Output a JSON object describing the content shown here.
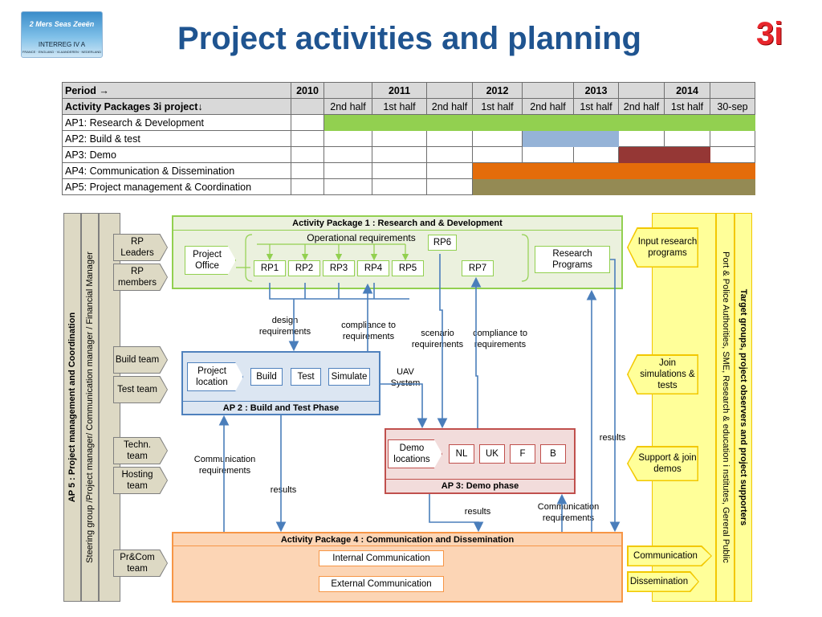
{
  "title": "Project activities and planning",
  "brand_logo": "3i",
  "logo": {
    "line1": "2 Mers Seas Zeeën",
    "line2": "INTERREG IV A",
    "line3": "FRANCE · ENGLAND · VLAANDEREN · NEDERLAND"
  },
  "gantt": {
    "period_label": "Period →",
    "packages_label": "Activity Packages 3i project↓",
    "years": [
      "2010",
      "2011",
      "2012",
      "2013",
      "2014"
    ],
    "subperiods": [
      "2nd half",
      "1st half",
      "2nd half",
      "1st half",
      "2nd half",
      "1st half",
      "2nd half",
      "1st half",
      "30-sep"
    ],
    "rows": [
      {
        "name": "AP1: Research & Development",
        "start": 1,
        "end": 9,
        "color": "#92d050"
      },
      {
        "name": "AP2: Build & test",
        "start": 5,
        "end": 6,
        "color": "#95b3d7"
      },
      {
        "name": "AP3: Demo",
        "start": 7,
        "end": 8,
        "color": "#953735"
      },
      {
        "name": "AP4: Communication & Dissemination",
        "start": 4,
        "end": 9,
        "color": "#e46c0a"
      },
      {
        "name": "AP5: Project management & Coordination",
        "start": 4,
        "end": 9,
        "color": "#948a54"
      }
    ]
  },
  "left": {
    "ap5_label": "AP 5 : Project management and Coordination",
    "steering_label": "Steering group /Project manager/ Communication manager / Financial Manager",
    "teams": [
      "RP Leaders",
      "RP members",
      "Build team",
      "Test team",
      "Techn. team",
      "Hosting team",
      "Pr&Com team"
    ]
  },
  "right": {
    "target_label": "Target groups, project observers and project supporters",
    "public_label": "Port & Police Authorities, SME, Research & education i nstitutes, Gereral Public",
    "boxes": [
      "Input research programs",
      "Join simulations & tests",
      "Support & join demos",
      "Communication",
      "Dissemination"
    ]
  },
  "ap1": {
    "title": "Activity Package 1 : Research and & Development",
    "operational": "Operational requirements",
    "project_office": "Project Office",
    "rps": [
      "RP1",
      "RP2",
      "RP3",
      "RP4",
      "RP5"
    ],
    "rp6": "RP6",
    "rp7": "RP7",
    "research_programs": "Research Programs"
  },
  "ap2": {
    "title": "AP 2 : Build  and Test Phase",
    "project_location": "Project location",
    "steps": [
      "Build",
      "Test",
      "Simulate"
    ]
  },
  "ap3": {
    "title": "AP 3: Demo phase",
    "demo_locations": "Demo locations",
    "countries": [
      "NL",
      "UK",
      "F",
      "B"
    ]
  },
  "ap4": {
    "title": "Activity Package 4 : Communication and Dissemination",
    "internal": "Internal Communication",
    "external": "External Communication"
  },
  "labels": {
    "design": "design requirements",
    "compliance1": "compliance to requirements",
    "scenario": "scenario requirements",
    "compliance2": "compliance to requirements",
    "uav": "UAV System",
    "results_right": "results",
    "comm_req_left": "Communication requirements",
    "results_ap2": "results",
    "results_ap3": "results",
    "comm_req_right": "Communication requirements"
  }
}
